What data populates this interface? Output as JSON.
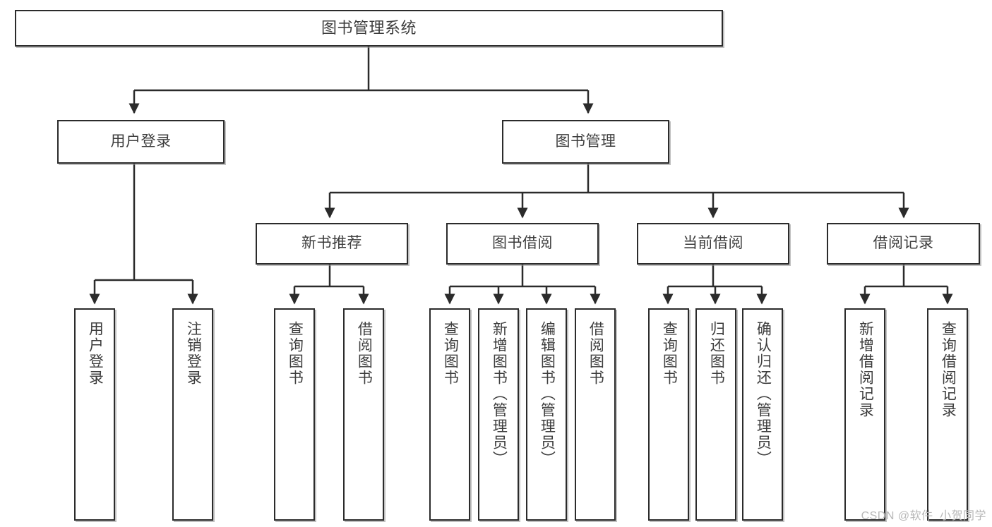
{
  "diagram": {
    "title": "图书管理系统",
    "type": "tree-hierarchy-diagram",
    "watermark": "CSDN @软件_小贺同学",
    "colors": {
      "box_border": "#2b2b2b",
      "box_fill": "#ffffff",
      "text": "#3d3d3d",
      "connector": "#2b2b2b",
      "watermark": "#b8b8b8"
    },
    "nodes": {
      "root": {
        "label": "图书管理系统"
      },
      "level2": [
        {
          "label": "用户登录"
        },
        {
          "label": "图书管理"
        }
      ],
      "level3": [
        {
          "label": "新书推荐"
        },
        {
          "label": "图书借阅"
        },
        {
          "label": "当前借阅"
        },
        {
          "label": "借阅记录"
        }
      ],
      "leaves": {
        "user_login": [
          {
            "label": "用户登录"
          },
          {
            "label": "注销登录"
          }
        ],
        "new_book_recommend": [
          {
            "label": "查询图书"
          },
          {
            "label": "借阅图书"
          }
        ],
        "book_borrow": [
          {
            "label": "查询图书"
          },
          {
            "label": "新增图书（管理员）"
          },
          {
            "label": "编辑图书（管理员）"
          },
          {
            "label": "借阅图书"
          }
        ],
        "current_borrow": [
          {
            "label": "查询图书"
          },
          {
            "label": "归还图书"
          },
          {
            "label": "确认归还（管理员）"
          }
        ],
        "borrow_record": [
          {
            "label": "新增借阅记录"
          },
          {
            "label": "查询借阅记录"
          }
        ]
      }
    }
  }
}
